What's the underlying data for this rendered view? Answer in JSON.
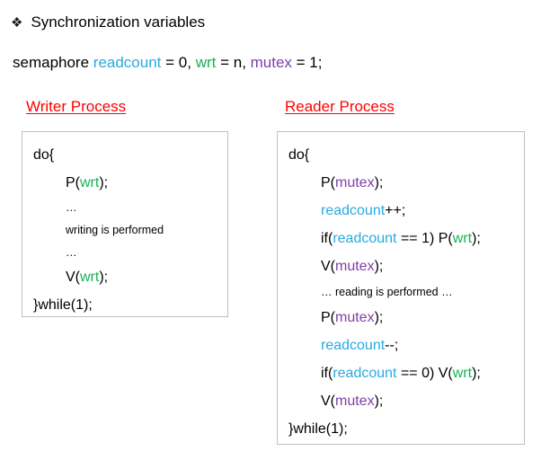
{
  "slide": {
    "heading": {
      "bullet_glyph": "❖",
      "bullet_icon_name": "diamond-bullet-icon",
      "text": "Synchronization variables"
    },
    "declaration": {
      "keyword": "semaphore ",
      "readcount": "readcount",
      "sep1": " = 0, ",
      "wrt": "wrt",
      "sep2": " = n, ",
      "mutex": "mutex",
      "sep3": " = 1;"
    },
    "colors": {
      "readcount": "#29AAE2",
      "wrt": "#12B451",
      "mutex": "#7E3FA8",
      "heading_red": "#FF0000",
      "box_border": "#BFBFBF",
      "text": "#000000",
      "background": "#FFFFFF"
    },
    "columns": [
      {
        "id": "writer",
        "title": "Writer Process",
        "code": [
          {
            "indent": false,
            "size": "normal",
            "parts": [
              {
                "t": "do{",
                "c": "plain"
              }
            ]
          },
          {
            "indent": true,
            "size": "normal",
            "parts": [
              {
                "t": "P(",
                "c": "plain"
              },
              {
                "t": "wrt",
                "c": "wrt"
              },
              {
                "t": ");",
                "c": "plain"
              }
            ]
          },
          {
            "indent": true,
            "size": "dots",
            "parts": [
              {
                "t": "…",
                "c": "plain"
              }
            ]
          },
          {
            "indent": true,
            "size": "small",
            "parts": [
              {
                "t": "writing is performed",
                "c": "plain"
              }
            ]
          },
          {
            "indent": true,
            "size": "dots",
            "parts": [
              {
                "t": "…",
                "c": "plain"
              }
            ]
          },
          {
            "indent": true,
            "size": "normal",
            "parts": [
              {
                "t": "V(",
                "c": "plain"
              },
              {
                "t": "wrt",
                "c": "wrt"
              },
              {
                "t": ");",
                "c": "plain"
              }
            ]
          },
          {
            "indent": false,
            "size": "normal",
            "parts": [
              {
                "t": "}while(1);",
                "c": "plain"
              }
            ]
          }
        ]
      },
      {
        "id": "reader",
        "title": "Reader Process",
        "code": [
          {
            "indent": false,
            "size": "normal",
            "parts": [
              {
                "t": "do{",
                "c": "plain"
              }
            ]
          },
          {
            "indent": true,
            "size": "normal",
            "parts": [
              {
                "t": "P(",
                "c": "plain"
              },
              {
                "t": "mutex",
                "c": "mutex"
              },
              {
                "t": ");",
                "c": "plain"
              }
            ]
          },
          {
            "indent": true,
            "size": "normal",
            "parts": [
              {
                "t": "readcount",
                "c": "readcount"
              },
              {
                "t": "++;",
                "c": "plain"
              }
            ]
          },
          {
            "indent": true,
            "size": "normal",
            "parts": [
              {
                "t": "if(",
                "c": "plain"
              },
              {
                "t": "readcount",
                "c": "readcount"
              },
              {
                "t": " == 1) P(",
                "c": "plain"
              },
              {
                "t": "wrt",
                "c": "wrt"
              },
              {
                "t": ");",
                "c": "plain"
              }
            ]
          },
          {
            "indent": true,
            "size": "normal",
            "parts": [
              {
                "t": "V(",
                "c": "plain"
              },
              {
                "t": "mutex",
                "c": "mutex"
              },
              {
                "t": ");",
                "c": "plain"
              }
            ]
          },
          {
            "indent": true,
            "size": "small",
            "parts": [
              {
                "t": "… reading is performed …",
                "c": "plain"
              }
            ]
          },
          {
            "indent": true,
            "size": "normal",
            "parts": [
              {
                "t": "P(",
                "c": "plain"
              },
              {
                "t": "mutex",
                "c": "mutex"
              },
              {
                "t": ");",
                "c": "plain"
              }
            ]
          },
          {
            "indent": true,
            "size": "normal",
            "parts": [
              {
                "t": "readcount",
                "c": "readcount"
              },
              {
                "t": "--;",
                "c": "plain"
              }
            ]
          },
          {
            "indent": true,
            "size": "normal",
            "parts": [
              {
                "t": "if(",
                "c": "plain"
              },
              {
                "t": "readcount",
                "c": "readcount"
              },
              {
                "t": " == 0) V(",
                "c": "plain"
              },
              {
                "t": "wrt",
                "c": "wrt"
              },
              {
                "t": ");",
                "c": "plain"
              }
            ]
          },
          {
            "indent": true,
            "size": "normal",
            "parts": [
              {
                "t": "V(",
                "c": "plain"
              },
              {
                "t": "mutex",
                "c": "mutex"
              },
              {
                "t": ");",
                "c": "plain"
              }
            ]
          },
          {
            "indent": false,
            "size": "normal",
            "parts": [
              {
                "t": "}while(1);",
                "c": "plain"
              }
            ]
          }
        ]
      }
    ]
  }
}
